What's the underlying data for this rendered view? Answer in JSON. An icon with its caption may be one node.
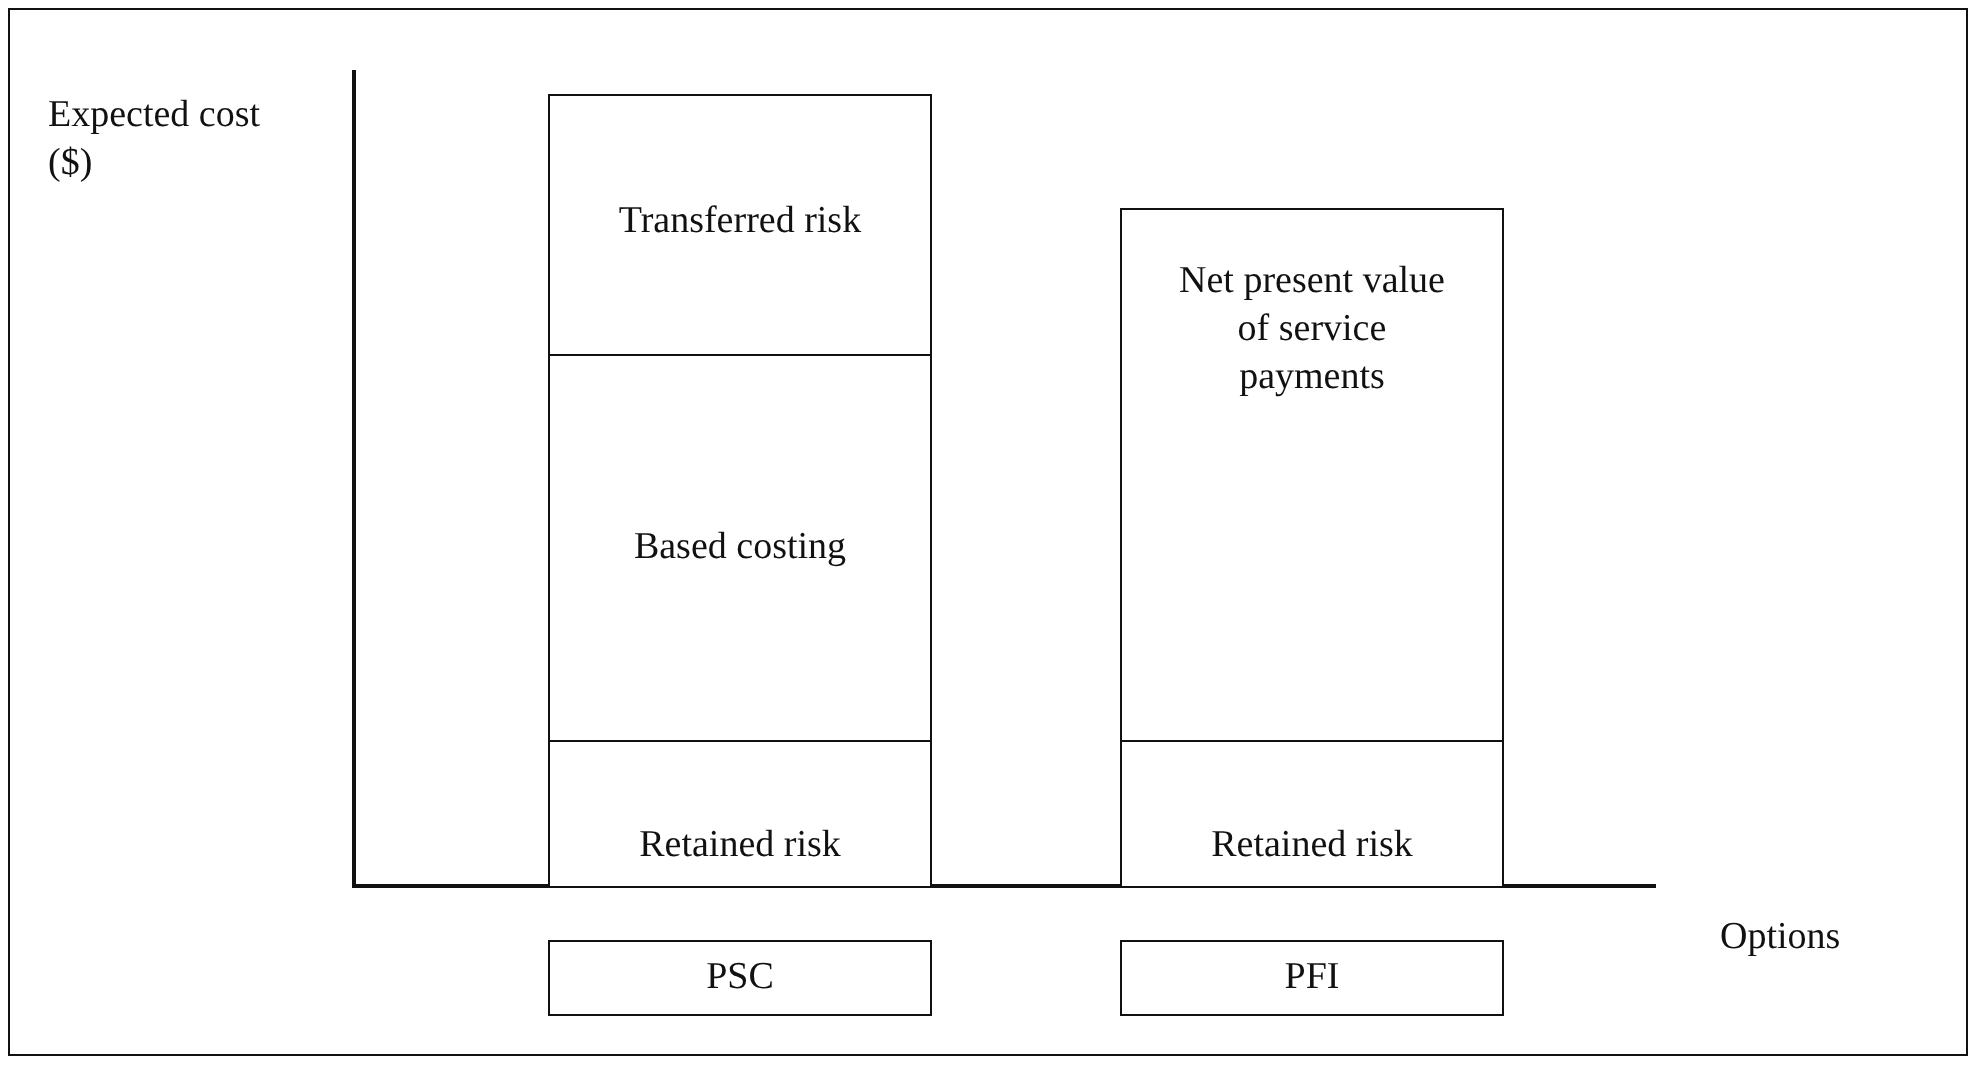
{
  "diagram": {
    "nodes": [
      {
        "text": [
          "Transferred risk"
        ]
      },
      {
        "text": [
          "Based costing"
        ]
      },
      {
        "text": [
          "Retained risk"
        ]
      },
      {
        "text": [
          "Net present value of service payments"
        ]
      },
      {
        "text": [
          "Retained risk"
        ]
      },
      {
        "text": [
          "PSC"
        ]
      },
      {
        "text": [
          "PFI"
        ]
      }
    ],
    "edges": [],
    "labels": [
      "Expected cost ($)",
      "Options"
    ]
  }
}
